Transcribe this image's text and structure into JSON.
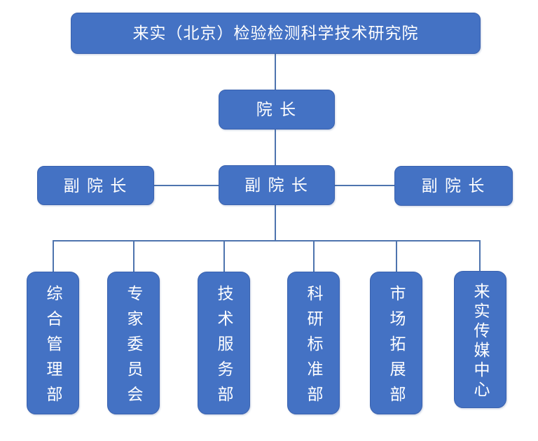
{
  "org_chart": {
    "root_label": "来实（北京）检验检测科学技术研究院",
    "director_label": "院 长",
    "deputies": [
      "副 院 长",
      "副 院 长",
      "副 院 长"
    ],
    "departments": [
      "综合管理部",
      "专家委员会",
      "技术服务部",
      "科研标准部",
      "市场拓展部",
      "来实传媒中心"
    ],
    "colors": {
      "box_fill": "#4472C4",
      "box_border": "#3A62AE",
      "connector": "#4E74AE",
      "text": "#FFFFFF",
      "background": "#FFFFFF"
    }
  }
}
